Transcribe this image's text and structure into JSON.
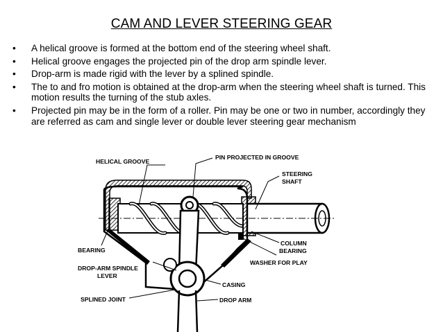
{
  "slide": {
    "title": "CAM AND LEVER STEERING GEAR",
    "bullet_symbol": "•",
    "bullets": [
      "A helical groove is formed at the bottom end of the steering wheel shaft.",
      "Helical groove engages the projected pin of the drop arm spindle lever.",
      "Drop-arm is made rigid with the lever by a splined spindle.",
      "The to and fro motion is obtained at the drop-arm when the steering wheel shaft is turned. This motion results the turning of the stub axles.",
      "Projected pin may be in the form of a roller. Pin may be one or two in number, accordingly they are referred as cam and single lever or double lever steering gear mechanism"
    ]
  },
  "diagram": {
    "labels": {
      "helical_groove": "HELICAL GROOVE",
      "pin_projected": "PIN PROJECTED IN GROOVE",
      "steering_shaft_1": "STEERING",
      "steering_shaft_2": "SHAFT",
      "bearing": "BEARING",
      "column_1": "COLUMN",
      "column_2": "BEARING",
      "washer": "WASHER FOR PLAY",
      "drop_arm_spindle_1": "DROP-ARM SPINDLE",
      "drop_arm_spindle_2": "LEVER",
      "casing": "CASING",
      "splined_joint": "SPLINED JOINT",
      "drop_arm": "DROP ARM"
    }
  }
}
